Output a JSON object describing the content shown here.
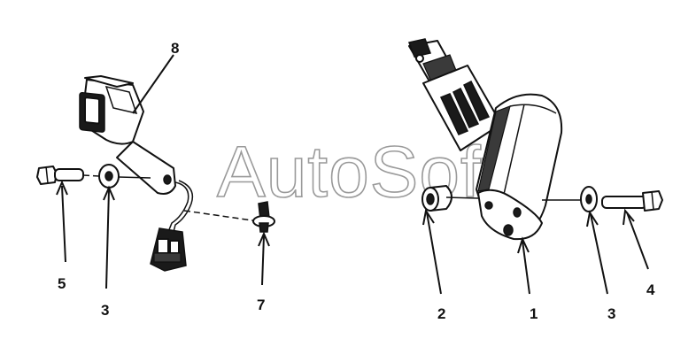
{
  "watermark": "AutoSoft",
  "callouts": {
    "label_8": "8",
    "label_5": "5",
    "label_3_left": "3",
    "label_7": "7",
    "label_2": "2",
    "label_1": "1",
    "label_3_right": "3",
    "label_4": "4"
  },
  "colors": {
    "line": "#111111",
    "background": "#ffffff",
    "watermark_outline": "#9a9a9a"
  }
}
